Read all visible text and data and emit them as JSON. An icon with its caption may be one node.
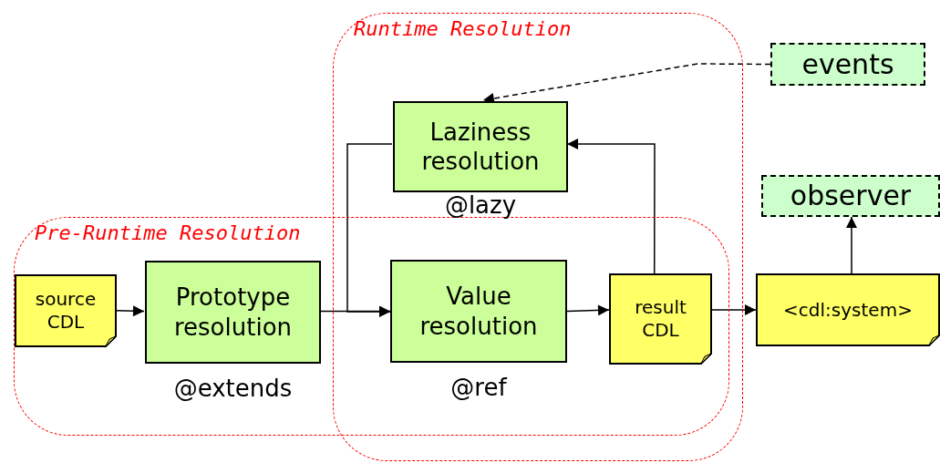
{
  "diagram": {
    "nodes": [
      {
        "text": [
          "Runtime Resolution"
        ]
      },
      {
        "text": [
          "Pre-Runtime Resolution"
        ]
      },
      {
        "text": [
          "events"
        ]
      },
      {
        "text": [
          "Laziness resolution"
        ],
        "in": 0,
        "beside": [
          "@lazy"
        ]
      },
      {
        "text": [
          "observer"
        ]
      },
      {
        "text": [
          "source CDL"
        ],
        "in": 1
      },
      {
        "text": [
          "Prototype resolution"
        ],
        "in": 1,
        "beside": [
          "@extends"
        ]
      },
      {
        "text": [
          "Value resolution"
        ],
        "beside": [
          "@ref"
        ]
      },
      {
        "text": [
          "result CDL"
        ]
      },
      {
        "text": [
          "<cdl:system>"
        ]
      }
    ],
    "edges": [
      {
        "from": 5,
        "to": 6,
        "arrow": "to"
      },
      {
        "from": 6,
        "to": 7,
        "arrow": "to"
      },
      {
        "from": 3,
        "to": 7,
        "arrow": "to"
      },
      {
        "from": 7,
        "to": 8,
        "arrow": "to"
      },
      {
        "from": 8,
        "to": 3,
        "arrow": "to"
      },
      {
        "from": 8,
        "to": 9,
        "arrow": "to"
      },
      {
        "from": 9,
        "to": 4,
        "arrow": "to"
      },
      {
        "from": 2,
        "to": 3,
        "arrow": "to",
        "style": "dashed"
      }
    ]
  }
}
